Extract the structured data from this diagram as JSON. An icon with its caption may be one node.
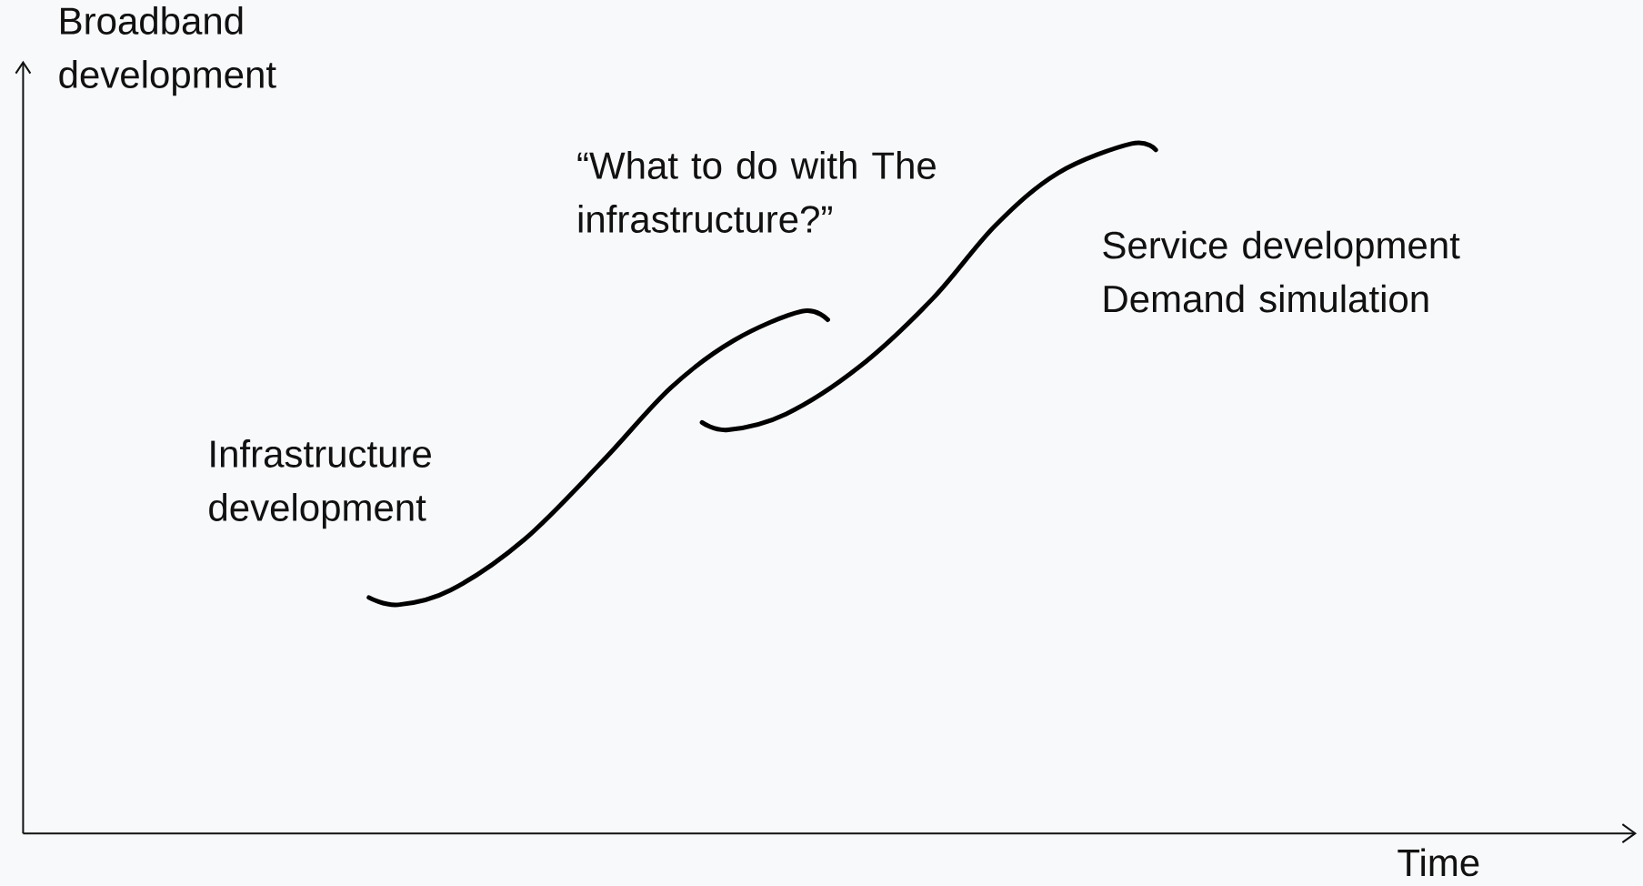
{
  "diagram": {
    "labels": [
      "Broadband development",
      "“What to do with The infrastructure?”",
      "Service development Demand simulation",
      "Infrastructure development",
      "Time"
    ]
  }
}
